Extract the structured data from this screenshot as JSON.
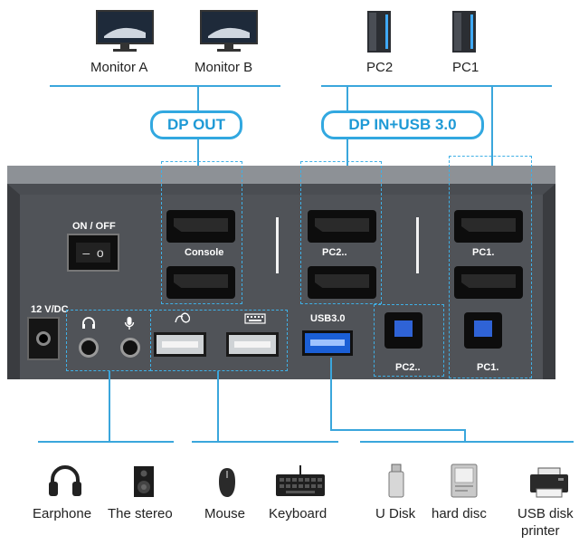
{
  "top_devices": {
    "monitor_a": "Monitor A",
    "monitor_b": "Monitor B",
    "pc2": "PC2",
    "pc1": "PC1"
  },
  "groups": {
    "dp_out": "DP OUT",
    "dp_in_usb": "DP IN+USB 3.0"
  },
  "panel": {
    "power_switch": "ON / OFF",
    "power": "12 V/DC",
    "console": "Console",
    "pc2_dp": "PC2..",
    "pc1_dp": "PC1.",
    "usb30": "USB3.0",
    "pc2_usb": "PC2..",
    "pc1_usb": "PC1."
  },
  "bottom_devices": {
    "earphone": "Earphone",
    "stereo": "The stereo",
    "mouse": "Mouse",
    "keyboard": "Keyboard",
    "udisk": "U Disk",
    "harddisc": "hard disc",
    "usbdisk": "USB disk",
    "printer": "printer"
  },
  "colors": {
    "accent": "#32a8e0",
    "device_body": "#4a4d52"
  }
}
